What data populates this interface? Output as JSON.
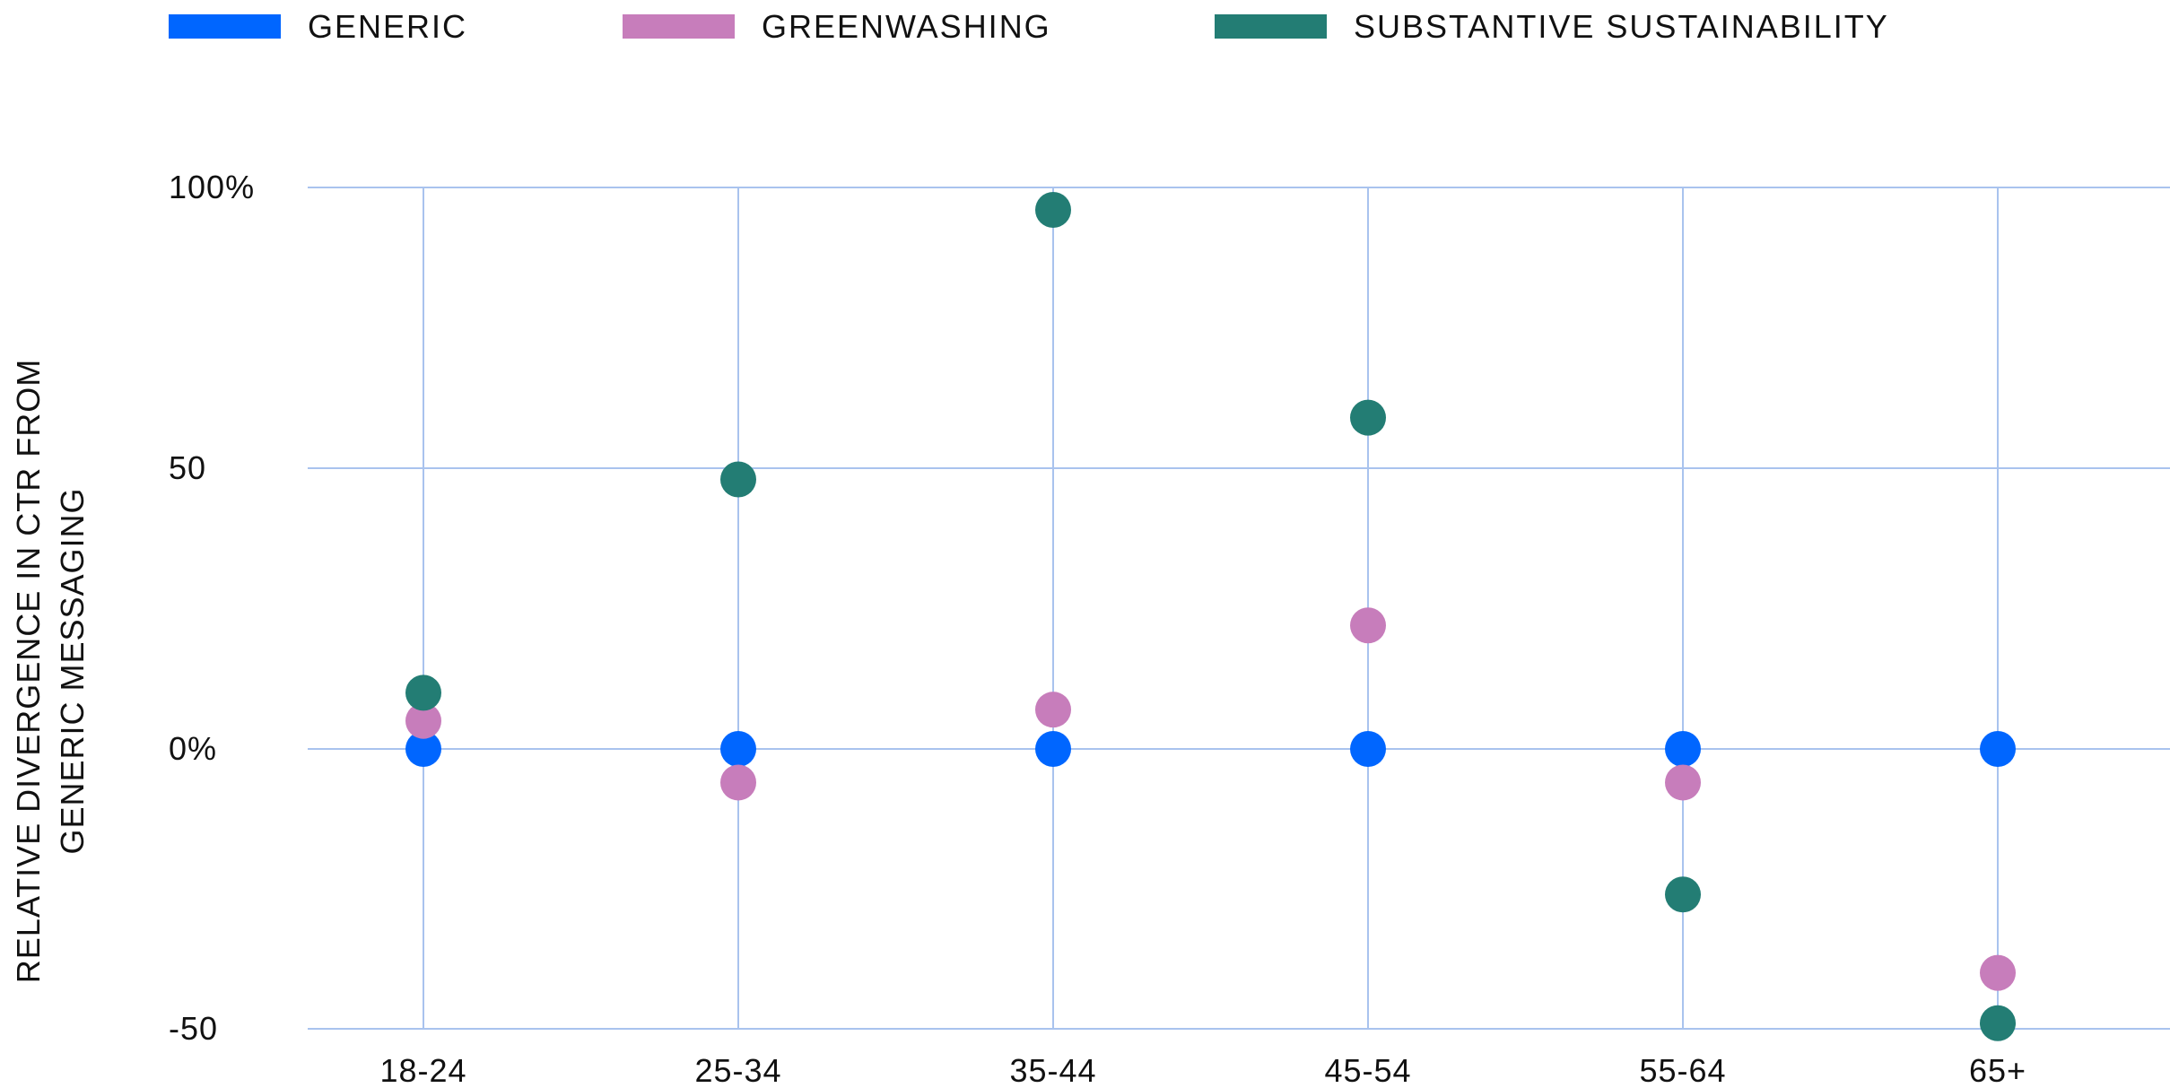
{
  "chart_data": {
    "type": "scatter",
    "title": "",
    "xlabel": "",
    "ylabel_lines": [
      "RELATIVE DIVERGENCE IN CTR FROM",
      "GENERIC MESSAGING"
    ],
    "categories": [
      "18-24",
      "25-34",
      "35-44",
      "45-54",
      "55-64",
      "65+"
    ],
    "ylim": [
      -50,
      100
    ],
    "yticks": [
      {
        "value": 100,
        "label": "100%"
      },
      {
        "value": 50,
        "label": "50"
      },
      {
        "value": 0,
        "label": "0%"
      },
      {
        "value": -50,
        "label": "-50"
      }
    ],
    "grid": true,
    "legend_position": "top",
    "series": [
      {
        "name": "GENERIC",
        "color": "#0066ff",
        "values": [
          0,
          0,
          0,
          0,
          0,
          0
        ]
      },
      {
        "name": "GREENWASHING",
        "color": "#c77dbb",
        "values": [
          5,
          -6,
          7,
          22,
          -6,
          -40
        ]
      },
      {
        "name": "SUBSTANTIVE SUSTAINABILITY",
        "color": "#237d74",
        "values": [
          10,
          48,
          96,
          59,
          -26,
          -49
        ]
      }
    ],
    "grid_color": "#a9c3ee"
  }
}
